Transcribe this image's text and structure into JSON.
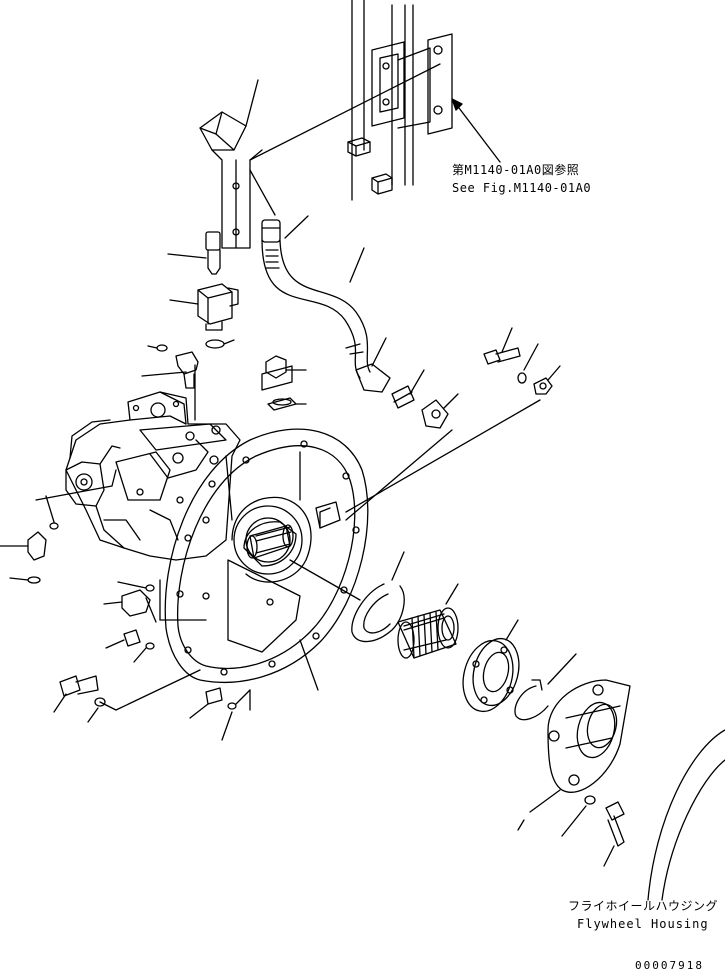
{
  "reference": {
    "japanese": "第M1140-01A0図参照",
    "english": "See Fig.M1140-01A0"
  },
  "flywheel_housing": {
    "japanese": "フライホイールハウジング",
    "english": "Flywheel Housing"
  },
  "drawing_number": "00007918",
  "colors": {
    "ink": "#000000",
    "paper": "#ffffff"
  }
}
